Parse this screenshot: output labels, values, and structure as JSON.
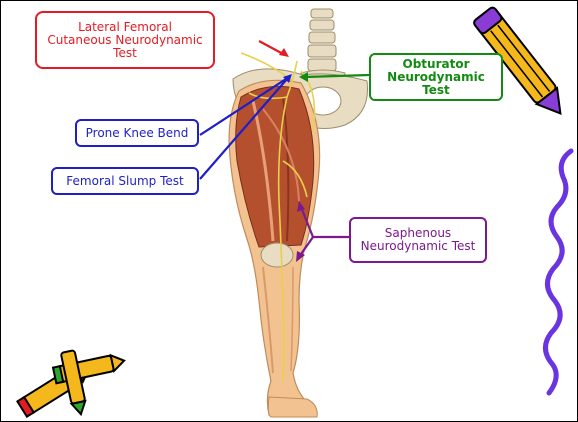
{
  "labels": {
    "lateral_femoral": {
      "lines": [
        "Lateral Femoral",
        "Cutaneous Neurodynamic",
        "Test"
      ],
      "color": "#e31b23"
    },
    "obturator": {
      "lines": [
        "Obturator",
        "Neurodynamic Test"
      ],
      "color": "#138a13"
    },
    "prone_knee_bend": {
      "lines": [
        "Prone Knee Bend"
      ],
      "color": "#1f1fc8"
    },
    "femoral_slump": {
      "lines": [
        "Femoral Slump Test"
      ],
      "color": "#1f1fc8"
    },
    "saphenous": {
      "lines": [
        "Saphenous",
        "Neurodynamic Test"
      ],
      "color": "#7a1a8c"
    }
  },
  "colors": {
    "skin": "#f2c391",
    "muscle": "#b5502f",
    "bone": "#e8ddc2",
    "nerve": "#e9cf4a",
    "squiggle": "#6a35e0"
  },
  "decorations": [
    "pencil-icon",
    "crayons-icon"
  ]
}
